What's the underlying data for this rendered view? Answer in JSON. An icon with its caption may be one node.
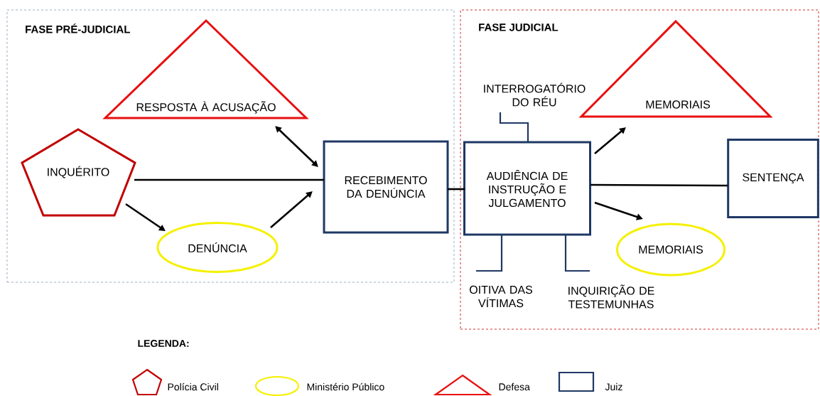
{
  "diagram": {
    "nodes": [
      {
        "text": [
          "FASE PRÉ-JUDICIAL"
        ]
      },
      {
        "text": [
          "FASE JUDICIAL"
        ]
      },
      {
        "text": [
          "RESPOSTA À ACUSAÇÃO"
        ],
        "in": 0
      },
      {
        "text": [
          "INQUÉRITO"
        ],
        "in": 0
      },
      {
        "text": [
          "DENÚNCIA"
        ],
        "in": 0
      },
      {
        "text": [
          "RECEBIMENTO DA DENÚNCIA"
        ],
        "in": 0
      },
      {
        "text": [
          "INTERROGATÓRIO DO RÉU"
        ],
        "in": 1
      },
      {
        "text": [
          "MEMORIAIS"
        ],
        "in": 1
      },
      {
        "text": [
          "AUDIÊNCIA DE INSTRUÇÃO E JULGAMENTO"
        ],
        "in": 1
      },
      {
        "text": [
          "SENTENÇA"
        ],
        "in": 1
      },
      {
        "text": [
          "MEMORIAIS"
        ],
        "in": 1
      },
      {
        "text": [
          "OITIVA DAS VÍTIMAS"
        ],
        "in": 1
      },
      {
        "text": [
          "INQUIRIÇÃO DE TESTEMUNHAS"
        ],
        "in": 1
      }
    ],
    "edges": [
      {
        "from": 3,
        "to": 5,
        "arrow": "none"
      },
      {
        "from": 3,
        "to": 4,
        "arrow": "to"
      },
      {
        "from": 4,
        "to": 5,
        "arrow": "to"
      },
      {
        "from": 2,
        "to": 5,
        "arrow": "both"
      },
      {
        "from": 5,
        "to": 8,
        "arrow": "none"
      },
      {
        "from": 6,
        "to": 8,
        "arrow": "none",
        "color": "#1f3864"
      },
      {
        "from": 8,
        "to": 7,
        "arrow": "to"
      },
      {
        "from": 8,
        "to": 9,
        "arrow": "none"
      },
      {
        "from": 8,
        "to": 10,
        "arrow": "to"
      },
      {
        "from": 11,
        "to": 8,
        "arrow": "none",
        "color": "#1f3864"
      },
      {
        "from": 12,
        "to": 8,
        "arrow": "none",
        "color": "#1f3864"
      }
    ],
    "labels": [
      "LEGENDA:"
    ],
    "legend": [
      {
        "text": "Polícia Civil"
      },
      {
        "text": "Ministério Público"
      },
      {
        "text": "Defesa"
      },
      {
        "text": "Juiz"
      }
    ]
  }
}
